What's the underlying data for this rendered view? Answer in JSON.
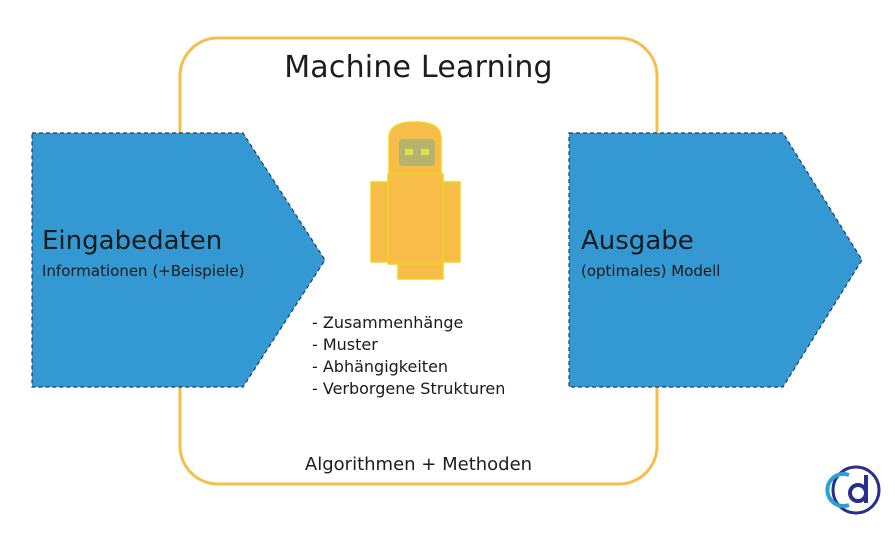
{
  "title": "Machine Learning",
  "footer": "Algorithmen + Methoden",
  "input": {
    "title": "Eingabedaten",
    "subtitle": "Informationen (+Beispiele)"
  },
  "output": {
    "title": "Ausgabe",
    "subtitle": "(optimales) Modell"
  },
  "findings": [
    "- Zusammenhänge",
    "- Muster",
    "- Abhängigkeiten",
    "- Verborgene Strukturen"
  ],
  "colors": {
    "arrow_fill": "#3499d3",
    "arrow_border": "#1f3a6e",
    "frame": "#f7bd48",
    "robot_body": "#f7bd48",
    "robot_outline": "#f2d21f",
    "robot_visor": "#b8b36c",
    "robot_eyes": "#d7e04a",
    "logo": "#2a2f8e"
  },
  "icons": {
    "robot": "robot-icon",
    "logo": "d-logo-icon"
  }
}
